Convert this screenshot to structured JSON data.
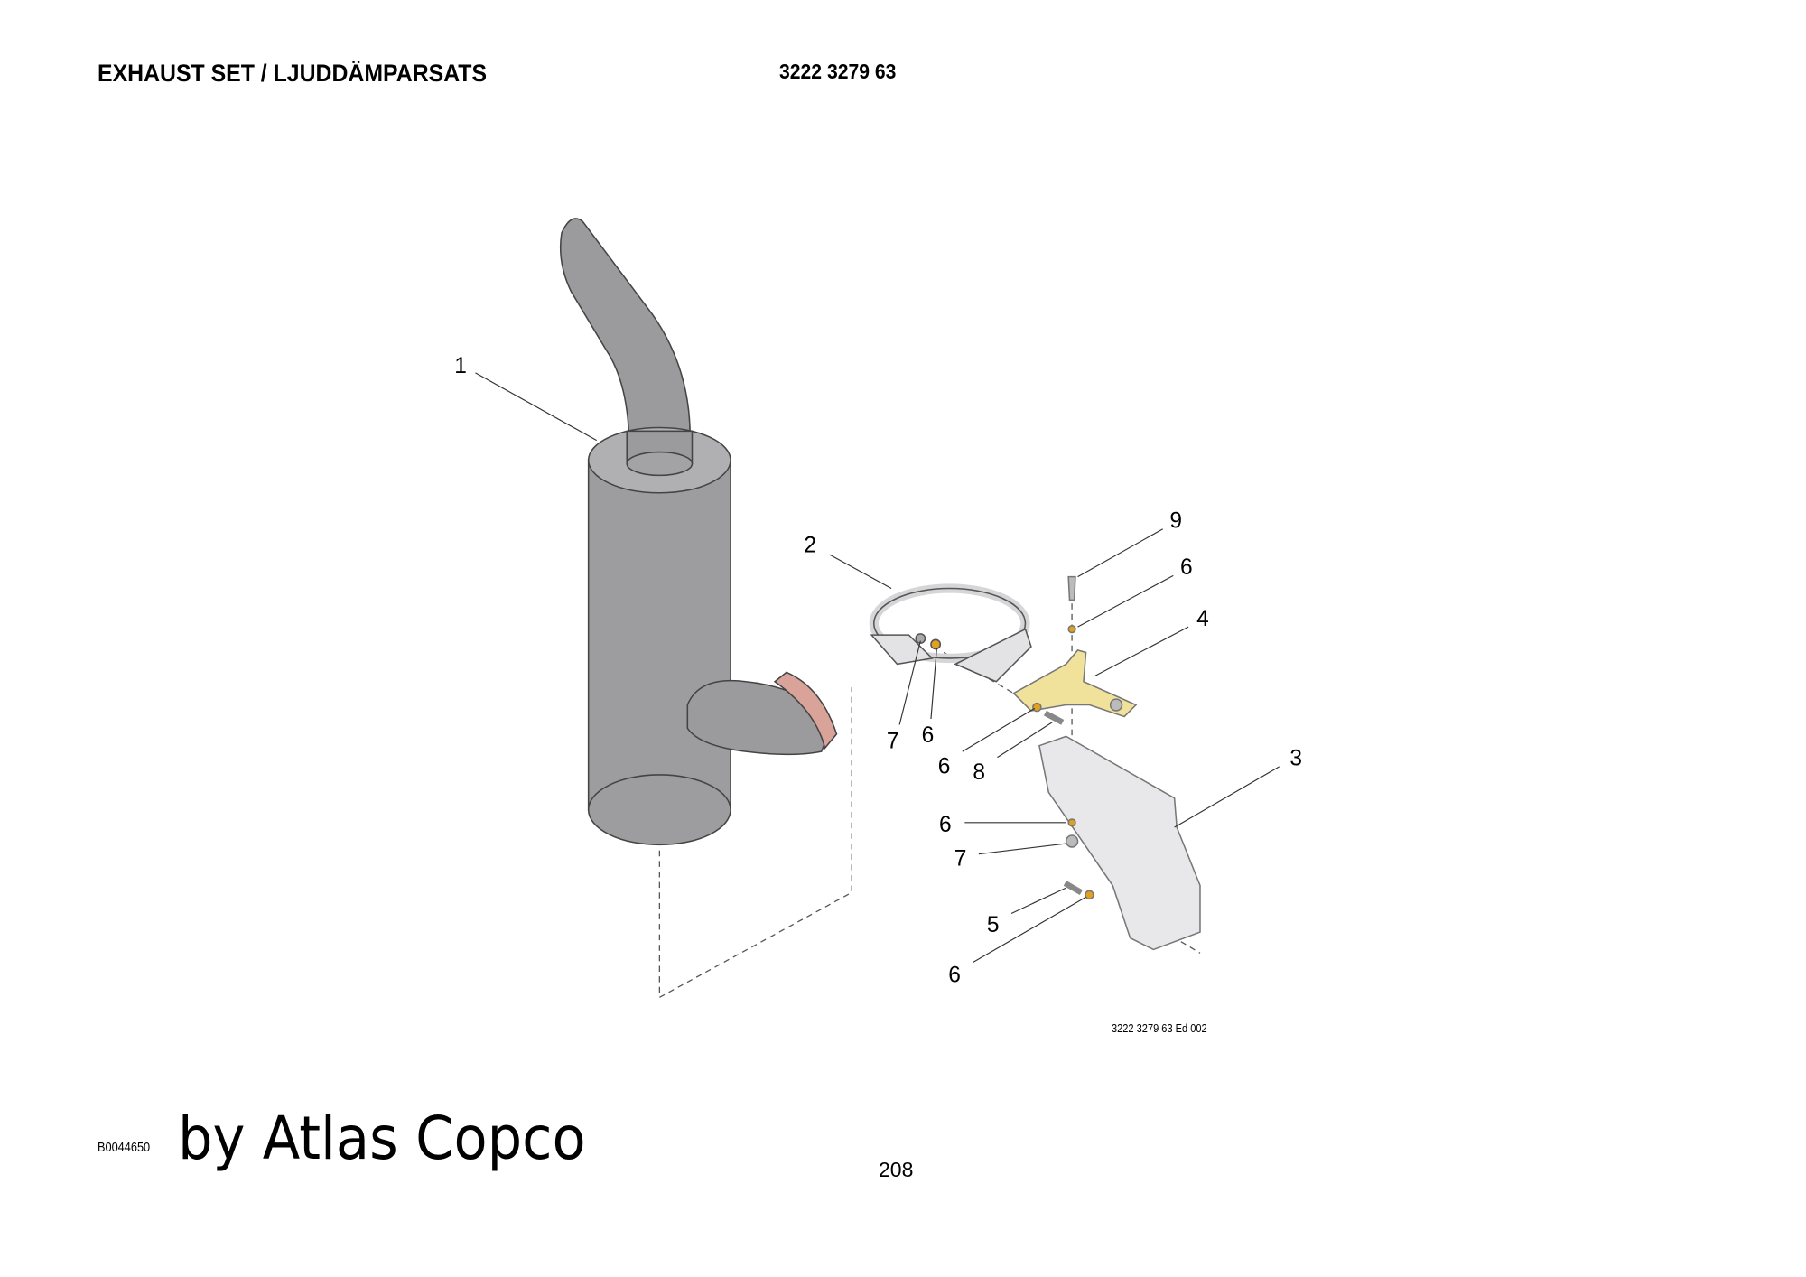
{
  "header": {
    "title": "EXHAUST SET / LJUDDÄMPARSATS",
    "part_number": "3222 3279 63"
  },
  "drawing": {
    "reference": "3222 3279 63 Ed 002",
    "callouts": [
      "1",
      "2",
      "9",
      "6",
      "4",
      "7",
      "6",
      "6",
      "8",
      "3",
      "6",
      "7",
      "5",
      "6"
    ]
  },
  "footer": {
    "image_id": "B0044650",
    "brand": "by Atlas Copco",
    "page_number": "208"
  }
}
